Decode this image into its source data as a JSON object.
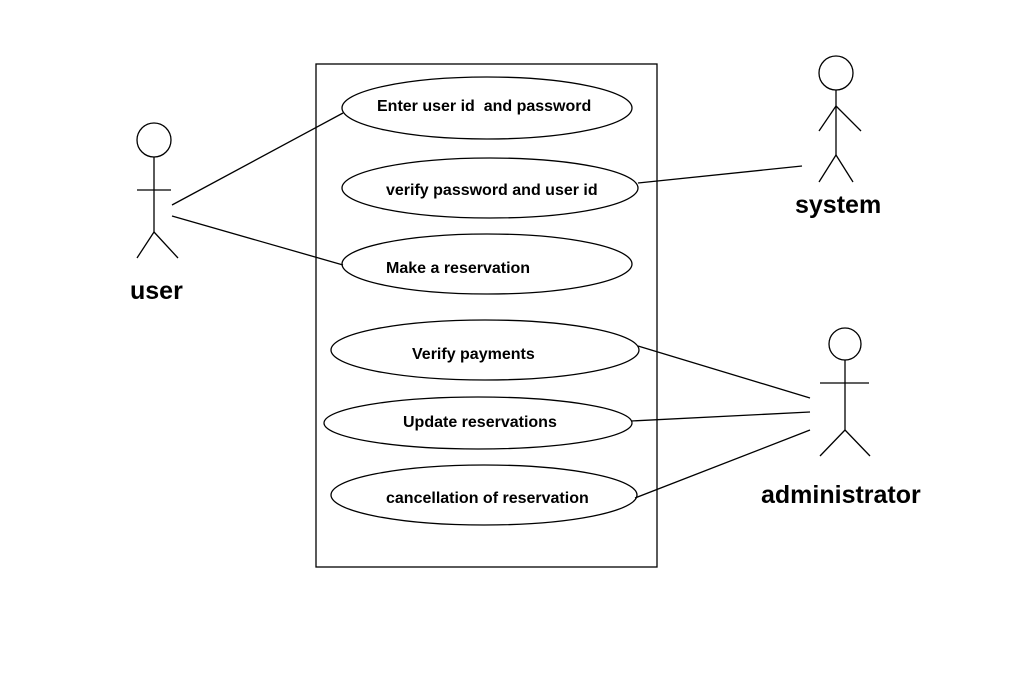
{
  "use_cases": [
    {
      "id": "uc1",
      "label": "Enter user id  and password"
    },
    {
      "id": "uc2",
      "label": "verify password and user id"
    },
    {
      "id": "uc3",
      "label": "Make a reservation"
    },
    {
      "id": "uc4",
      "label": "Verify payments"
    },
    {
      "id": "uc5",
      "label": "Update reservations"
    },
    {
      "id": "uc6",
      "label": "cancellation of reservation"
    }
  ],
  "actors": [
    {
      "id": "user",
      "label": "user"
    },
    {
      "id": "system",
      "label": "system"
    },
    {
      "id": "administrator",
      "label": "administrator"
    }
  ],
  "associations": [
    {
      "actor": "user",
      "use_case": "uc1"
    },
    {
      "actor": "user",
      "use_case": "uc3"
    },
    {
      "actor": "system",
      "use_case": "uc2"
    },
    {
      "actor": "administrator",
      "use_case": "uc4"
    },
    {
      "actor": "administrator",
      "use_case": "uc5"
    },
    {
      "actor": "administrator",
      "use_case": "uc6"
    }
  ]
}
